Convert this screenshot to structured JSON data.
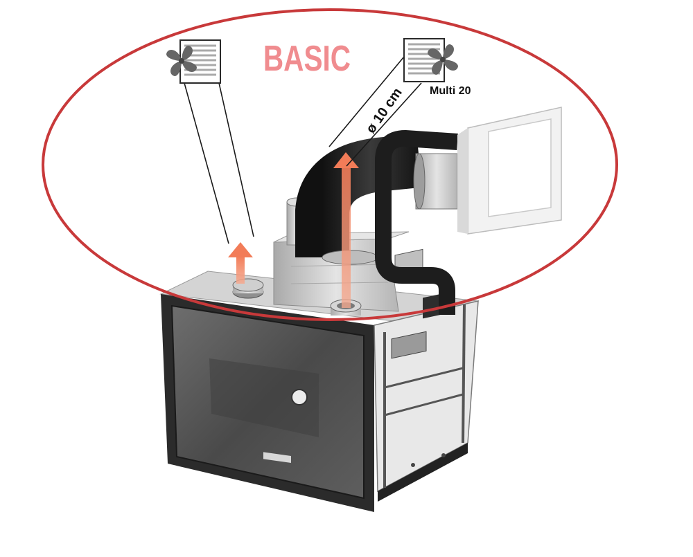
{
  "title": "BASIC",
  "duct_label": "ø 10 cm",
  "fan_label": "Multi 20",
  "colors": {
    "ellipse": "#c8393a",
    "title": "#f08c8f",
    "arrow": "#f27c58",
    "frame": "#2b2b2b",
    "glass": "#5b5b5b",
    "steel": "#c9c9c9",
    "pipe": "#1f1f1f"
  },
  "icons": {
    "left_fan": "fan-grille-icon",
    "right_fan": "fan-grille-icon"
  }
}
